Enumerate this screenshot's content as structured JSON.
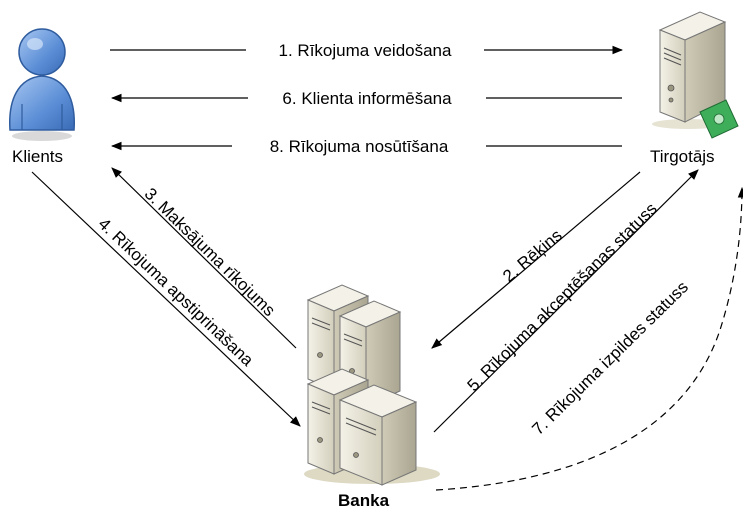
{
  "nodes": {
    "client": {
      "label": "Klients"
    },
    "merchant": {
      "label": "Tirgotājs"
    },
    "bank": {
      "label": "Banka"
    }
  },
  "edges": {
    "e1": "1. Rīkojuma veidošana",
    "e2": "2. Rēķins",
    "e3": "3. Maksājuma rīkojums",
    "e4": "4. Rīkojuma apstiprināšana",
    "e5": "5. Rīkojuma akceptēšanas statuss",
    "e6": "6. Klienta informēšana",
    "e7": "7. Rīkojuma izpildes statuss",
    "e8": "8. Rīkojuma nosūtīšana"
  },
  "colors": {
    "person": "#5b8ed6",
    "server": "#e9e6d8",
    "money": "#3fae5a",
    "line": "#000000"
  }
}
